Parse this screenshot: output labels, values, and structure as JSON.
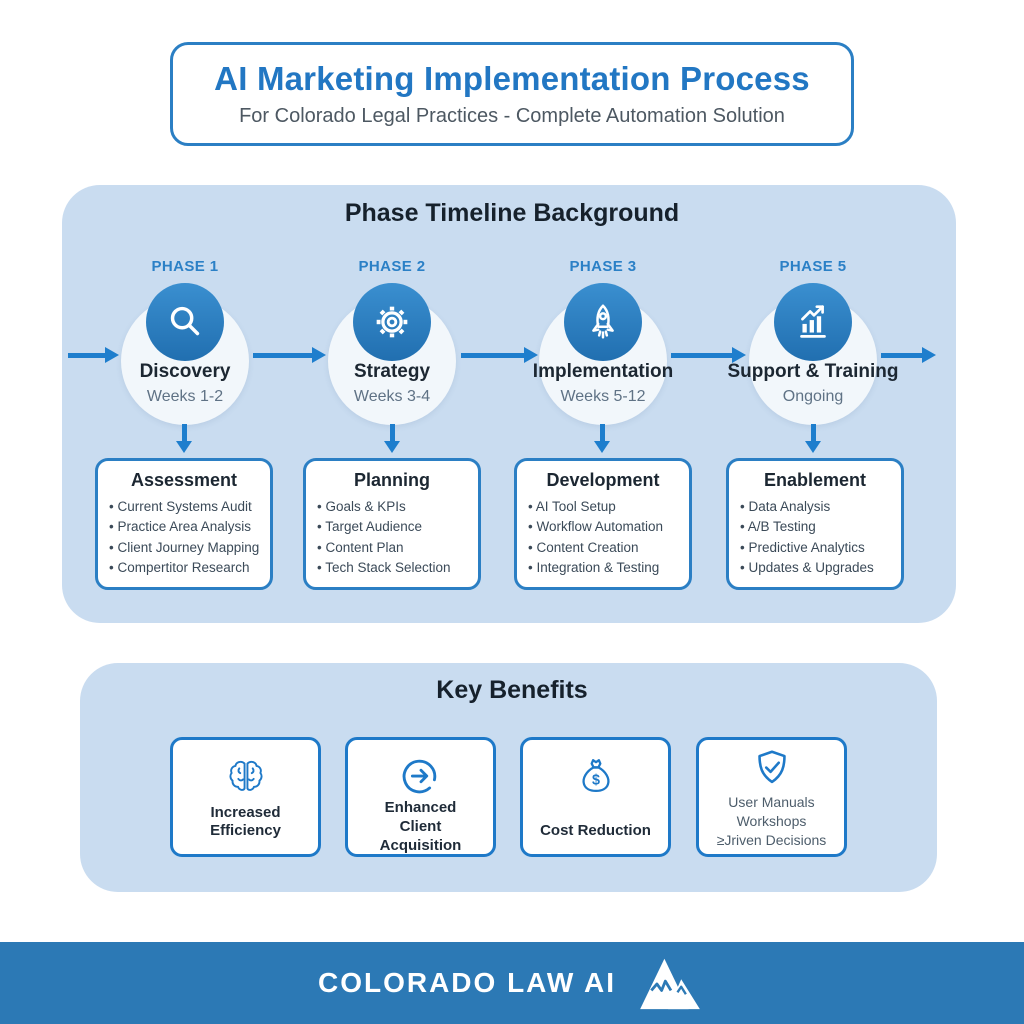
{
  "colors": {
    "accent_blue": "#2b7fc4",
    "title_blue": "#2277c3",
    "arrow_blue": "#1e7ecd",
    "panel_bg": "#c9dcf0",
    "footer_bg": "#2c79b5",
    "dark_text": "#1c2732",
    "gray_text": "#5f7285"
  },
  "header": {
    "title": "AI Marketing Implementation Process",
    "subtitle": "For Colorado Legal Practices - Complete Automation Solution"
  },
  "timeline": {
    "heading": "Phase Timeline Background",
    "phases": [
      {
        "label": "PHASE 1",
        "icon": "magnifier-icon",
        "name": "Discovery",
        "duration": "Weeks 1-2",
        "box": {
          "title": "Assessment",
          "items": [
            "Current Systems Audit",
            "Practice Area Analysis",
            "Client Journey Mapping",
            "Compertitor Research"
          ]
        }
      },
      {
        "label": "PHASE 2",
        "icon": "gear-icon",
        "name": "Strategy",
        "duration": "Weeks 3-4",
        "box": {
          "title": "Planning",
          "items": [
            "Goals & KPIs",
            "Target Audience",
            "Content Plan",
            "Tech Stack Selection"
          ]
        }
      },
      {
        "label": "PHASE 3",
        "icon": "rocket-icon",
        "name": "Implementation",
        "duration": "Weeks 5-12",
        "box": {
          "title": "Development",
          "items": [
            "AI Tool Setup",
            "Workflow Automation",
            "Content Creation",
            "Integration & Testing"
          ]
        }
      },
      {
        "label": "PHASE 5",
        "icon": "growth-chart-icon",
        "name": "Support & Training",
        "duration": "Ongoing",
        "box": {
          "title": "Enablement",
          "items": [
            "Data Analysis",
            "A/B Testing",
            "Predictive Analytics",
            "Updates & Upgrades"
          ]
        }
      }
    ]
  },
  "benefits": {
    "heading": "Key Benefits",
    "cards": [
      {
        "icon": "brain-icon",
        "label": "Increased Efficiency"
      },
      {
        "icon": "arrow-circle-icon",
        "label": "Enhanced Client Acquisition"
      },
      {
        "icon": "money-bag-icon",
        "label": "Cost Reduction",
        "dollar_glyph": "$"
      },
      {
        "icon": "shield-check-icon",
        "lines": [
          "User Manuals",
          "Workshops",
          "≥Jriven Decisions"
        ]
      }
    ]
  },
  "footer": {
    "brand": "COLORADO LAW AI",
    "logo": "mountain-logo-icon"
  }
}
